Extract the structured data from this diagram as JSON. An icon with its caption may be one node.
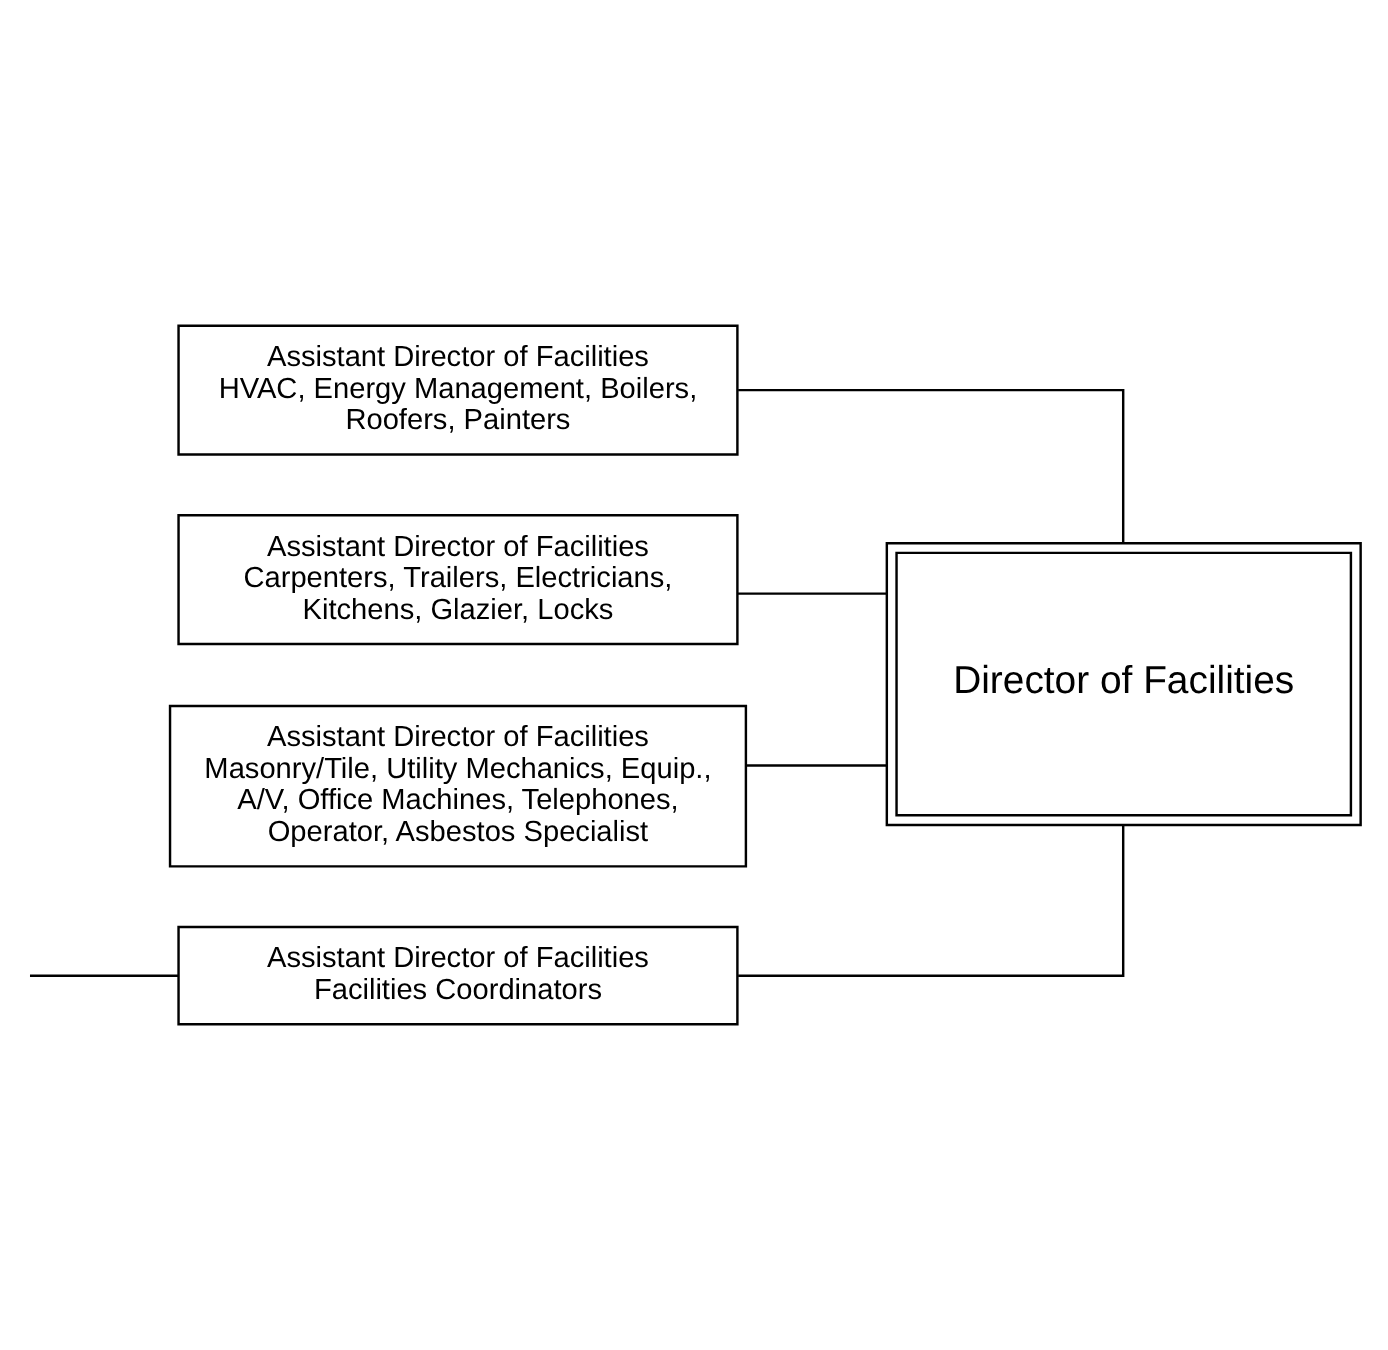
{
  "diagram": {
    "nodes": [
      {
        "text": [
          "Director of Facilities"
        ]
      },
      {
        "text": [
          "Assistant Director of Facilities",
          "HVAC, Energy Management, Boilers, Roofers, Painters"
        ]
      },
      {
        "text": [
          "Assistant Director of Facilities",
          "Carpenters, Trailers, Electricians, Kitchens, Glazier, Locks"
        ]
      },
      {
        "text": [
          "Assistant Director of Facilities",
          "Masonry/Tile, Utility Mechanics, Equip., A/V, Office Machines, Telephones, Operator, Asbestos Specialist"
        ]
      },
      {
        "text": [
          "Assistant Director of Facilities",
          "Facilities Coordinators"
        ]
      }
    ],
    "edges": [
      {
        "from": 0,
        "to": 1,
        "arrow": "none"
      },
      {
        "from": 0,
        "to": 2,
        "arrow": "none"
      },
      {
        "from": 0,
        "to": 3,
        "arrow": "none"
      },
      {
        "from": 0,
        "to": 4,
        "arrow": "none"
      },
      {
        "from": 4,
        "to": null,
        "arrow": "none"
      }
    ]
  }
}
